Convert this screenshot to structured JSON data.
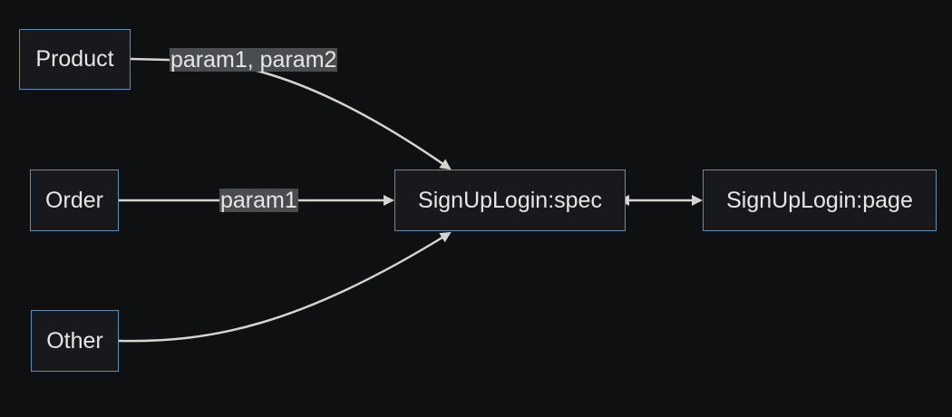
{
  "nodes": {
    "product": "Product",
    "order": "Order",
    "other": "Other",
    "spec": "SignUpLogin:spec",
    "page": "SignUpLogin:page"
  },
  "edges": {
    "product_to_spec": "param1, param2",
    "order_to_spec": "param1"
  },
  "colors": {
    "background": "#0e1011",
    "node_fill": "#17191c",
    "node_border": "#5e8fb3",
    "edge": "#d6d4cf",
    "label_bg": "#4a4d4f",
    "text": "#e6e6e6"
  }
}
